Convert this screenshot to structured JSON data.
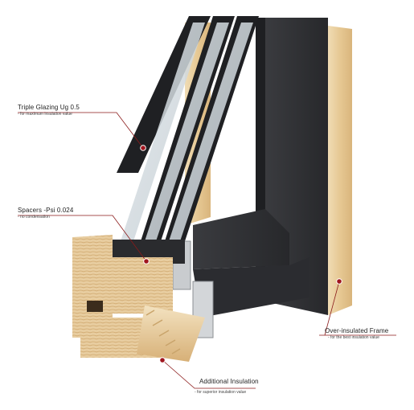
{
  "annotations": [
    {
      "id": "glazing",
      "title": "Triple Glazing Ug 0.5",
      "subtitle": "- for maximum insulation value"
    },
    {
      "id": "spacers",
      "title": "Spacers -Psi 0.024",
      "subtitle": "- no condensation"
    },
    {
      "id": "frame",
      "title": "Over-insulated Frame",
      "subtitle": "- for the best insulation value"
    },
    {
      "id": "insulation",
      "title": "Additional Insulation",
      "subtitle": "- for superior insulation value"
    }
  ],
  "colors": {
    "callout_line": "#8b1a1a",
    "marker": "#a0151e",
    "frame_dark": "#2f3034",
    "wood": "#e4c89a"
  }
}
